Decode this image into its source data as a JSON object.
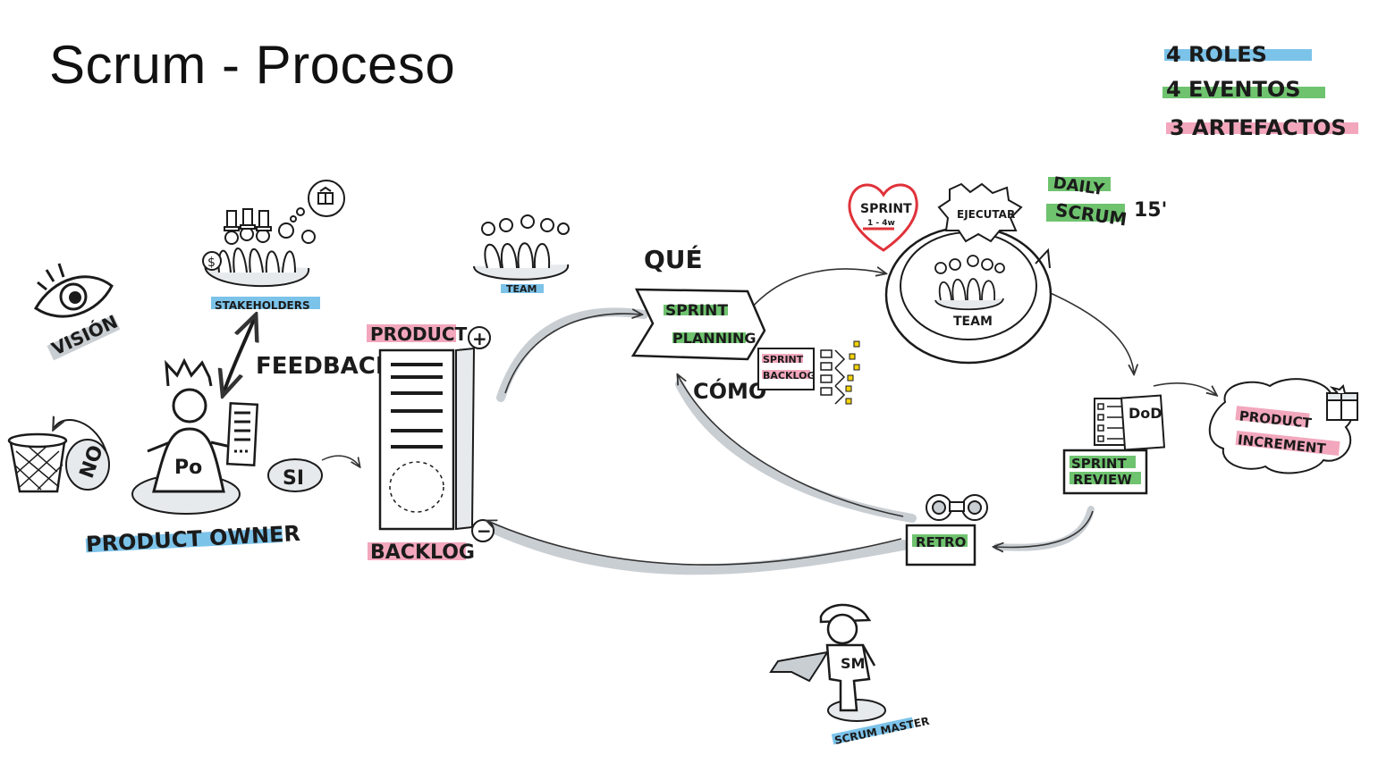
{
  "title": "Scrum - Proceso",
  "legend": {
    "roles": "4 ROLES",
    "eventos": "4 EVENTOS",
    "artefactos": "3 ARTEFACTOS"
  },
  "labels": {
    "vision": "VISIÓN",
    "stakeholders": "STAKEHOLDERS",
    "feedback": "FEEDBACK",
    "po_badge": "Po",
    "no": "NO",
    "si": "SI",
    "product_owner": "PRODUCT OWNER",
    "team_top": "TEAM",
    "product": "PRODUCT",
    "backlog": "BACKLOG",
    "plus": "+",
    "minus": "−",
    "que": "QUÉ",
    "sprint": "SPRINT",
    "planning": "PLANNING",
    "como": "CÓMO",
    "sprint_backlog_1": "SPRINT",
    "sprint_backlog_2": "BACKLOG",
    "sprint_heart_1": "SPRINT",
    "sprint_heart_2": "1 - 4w",
    "ejecutar": "EJECUTAR",
    "daily": "DAILY",
    "scrum": "SCRUM",
    "minutes": "15'",
    "team_cycle": "TEAM",
    "dod": "DoD",
    "sprint_review_1": "SPRINT",
    "sprint_review_2": "REVIEW",
    "product_increment_1": "PRODUCT",
    "product_increment_2": "INCREMENT",
    "retro": "RETRO",
    "sm_badge": "SM",
    "scrum_master": "SCRUM MASTER"
  },
  "colors": {
    "roles": "#7cc3ea",
    "eventos": "#6fc36f",
    "artefactos": "#f2a7bd",
    "heart": "#e0323a",
    "shadow": "#c9ced3",
    "ink": "#1b1b1b",
    "sticky": "#f2d20c"
  }
}
